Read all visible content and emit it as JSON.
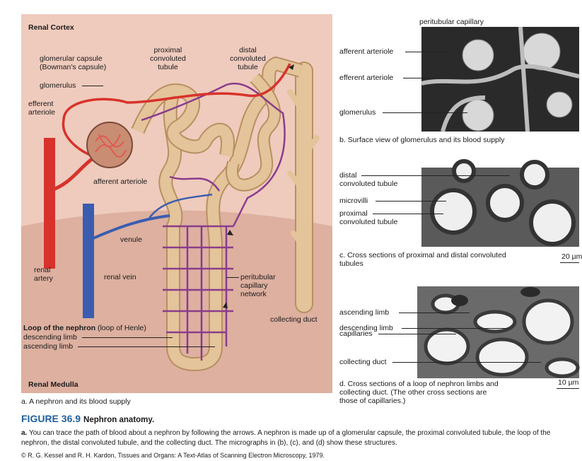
{
  "panel_a": {
    "region_top": "Renal Cortex",
    "region_bottom": "Renal Medulla",
    "labels": {
      "proximal": "proximal\nconvoluted\ntubule",
      "distal": "distal\nconvoluted\ntubule",
      "glomerular_capsule": "glomerular capsule\n(Bowman's capsule)",
      "glomerulus": "glomerulus",
      "efferent_arteriole": "efferent\narteriole",
      "afferent_arteriole": "afferent arteriole",
      "venule": "venule",
      "renal_artery": "renal\nartery",
      "renal_vein": "renal vein",
      "peritubular": "peritubular\ncapillary\nnetwork",
      "collecting_duct": "collecting duct",
      "loop_title": "Loop of the nephron",
      "loop_sub": " (loop of Henle)",
      "descending_limb": "descending limb",
      "ascending_limb": "ascending limb"
    },
    "caption": "a. A nephron and its blood supply"
  },
  "panel_b": {
    "peritubular_capillary": "peritubular capillary",
    "afferent_arteriole": "afferent arteriole",
    "efferent_arteriole": "efferent arteriole",
    "glomerulus": "glomerulus",
    "caption": "b. Surface view of glomerulus and its blood supply"
  },
  "panel_c": {
    "distal": "distal\nconvoluted tubule",
    "microvilli": "microvilli",
    "proximal": "proximal\nconvoluted tubule",
    "caption": "c. Cross sections of proximal and distal convoluted\n     tubules",
    "scale": "20 µm"
  },
  "panel_d": {
    "ascending_limb": "ascending limb",
    "descending_limb": "descending limb",
    "capillaries": "capillaries",
    "collecting_duct": "collecting duct",
    "caption": "d. Cross sections of a loop of nephron limbs and\n    collecting duct. (The other cross sections are\n    those of capillaries.)",
    "scale": "10 µm"
  },
  "figure": {
    "number": "FIGURE 36.9",
    "name": "Nephron anatomy.",
    "body_lead": "a.",
    "body": " You can trace the path of blood about a nephron by following the arrows. A nephron is made up of a glomerular capsule, the proximal convoluted tubule, the loop of the nephron, the distal convoluted tubule, and the collecting duct. The micrographs in (b), (c), and (d) show these structures.",
    "credit": "© R. G. Kessel and R. H. Kardon, Tissues and Organs: A Text-Atlas of Scanning Electron Microscopy, 1979."
  },
  "colors": {
    "cortex_bg": "#efcbbd",
    "medulla_bg": "#ddb0a0",
    "artery": "#d8322c",
    "vein": "#3a5db0",
    "tubule": "#e4c49a",
    "capillary_mix": "#8a3c8c",
    "title_blue": "#1f5f9a"
  }
}
